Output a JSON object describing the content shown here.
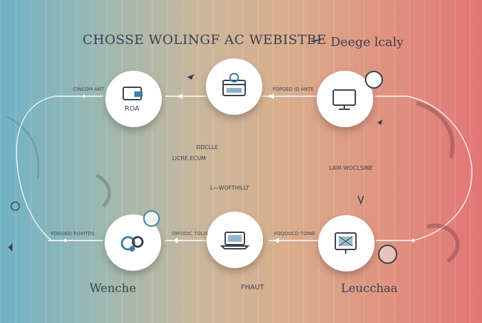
{
  "title": {
    "left": "CHOSSE WOLINGF AC WEBISTBE",
    "right": "Deege lcaly"
  },
  "nodes": [
    {
      "id": "top-1",
      "icon": "wallet-icon",
      "label": "CINCOM ANT",
      "caption": ""
    },
    {
      "id": "top-2",
      "icon": "browser-window-icon",
      "label": "FOPGED ID ANTE",
      "caption": ""
    },
    {
      "id": "top-3",
      "icon": "monitor-icon",
      "label": "",
      "caption": ""
    },
    {
      "id": "bottom-1",
      "icon": "gears-icon",
      "label": "FOGGED RUVITDS",
      "caption": "Wenche"
    },
    {
      "id": "bottom-2",
      "icon": "laptop-icon",
      "label": "OIFOOIC TOLIS",
      "caption": ""
    },
    {
      "id": "bottom-3",
      "icon": "monitor-settings-icon",
      "label": "FOQOUCD TOINE",
      "caption": "Leucchaa"
    }
  ],
  "notes": {
    "center_top": "DDCLLE",
    "center_mid": "LICRE ECUM",
    "right_mid": "LAIR WOCLSINE",
    "center_bottom": "L—WOFTHILLT",
    "bottom_center": "FHAUT"
  },
  "colors": {
    "accent_dark": "#3a3f4d",
    "node_bg": "#ffffff",
    "icon_blue": "#3d7fa3"
  }
}
